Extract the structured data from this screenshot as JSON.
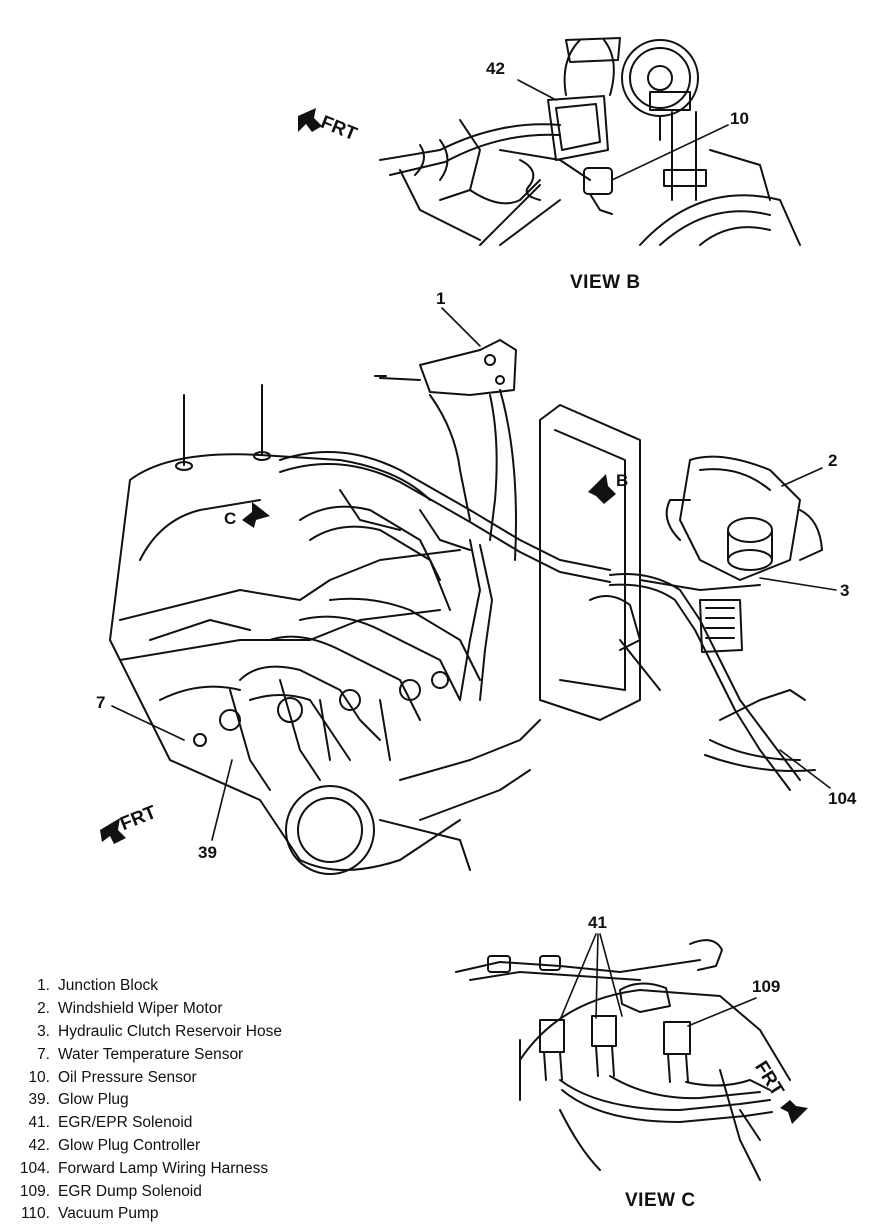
{
  "views": {
    "view_b": {
      "title": "VIEW B"
    },
    "view_c": {
      "title": "VIEW C"
    },
    "main_view": {
      "view_b_arrow": "B",
      "view_c_arrow": "C"
    }
  },
  "frt_labels": [
    "FRT",
    "FRT",
    "FRT"
  ],
  "callouts": [
    {
      "number": "42"
    },
    {
      "number": "10"
    },
    {
      "number": "1"
    },
    {
      "number": "2"
    },
    {
      "number": "3"
    },
    {
      "number": "7"
    },
    {
      "number": "39"
    },
    {
      "number": "104"
    },
    {
      "number": "41"
    },
    {
      "number": "109"
    }
  ],
  "legend": [
    {
      "number": "1.",
      "text": "Junction Block"
    },
    {
      "number": "2.",
      "text": "Windshield Wiper Motor"
    },
    {
      "number": "3.",
      "text": "Hydraulic Clutch Reservoir Hose"
    },
    {
      "number": "7.",
      "text": "Water Temperature Sensor"
    },
    {
      "number": "10.",
      "text": "Oil Pressure Sensor"
    },
    {
      "number": "39.",
      "text": "Glow Plug"
    },
    {
      "number": "41.",
      "text": "EGR/EPR Solenoid"
    },
    {
      "number": "42.",
      "text": "Glow Plug Controller"
    },
    {
      "number": "104.",
      "text": "Forward Lamp Wiring Harness"
    },
    {
      "number": "109.",
      "text": "EGR Dump Solenoid"
    },
    {
      "number": "110.",
      "text": "Vacuum Pump"
    }
  ]
}
